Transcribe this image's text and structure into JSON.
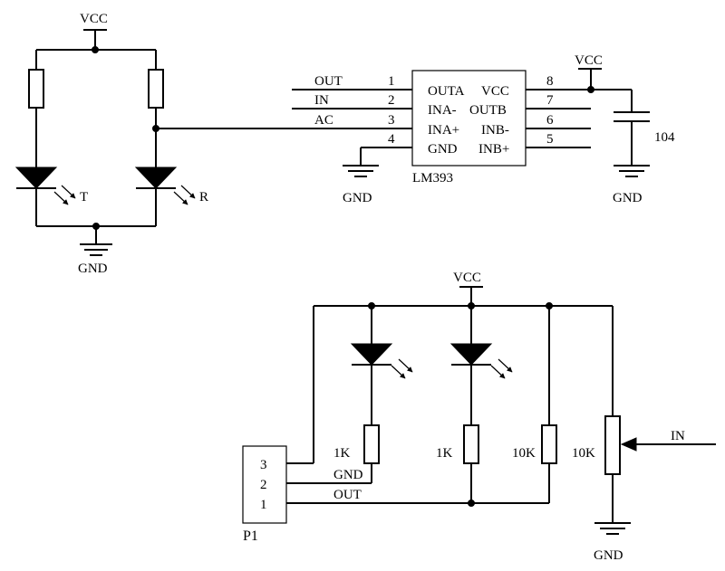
{
  "top_left": {
    "vcc": "VCC",
    "gnd": "GND",
    "emitter_label": "T",
    "receiver_label": "R"
  },
  "comparator": {
    "part": "LM393",
    "left_pins": [
      {
        "num": "1",
        "name": "OUTA",
        "net": "OUT"
      },
      {
        "num": "2",
        "name": "INA-",
        "net": "IN"
      },
      {
        "num": "3",
        "name": "INA+",
        "net": "AC"
      },
      {
        "num": "4",
        "name": "GND",
        "net": ""
      }
    ],
    "right_pins": [
      {
        "num": "8",
        "name": "VCC"
      },
      {
        "num": "7",
        "name": "OUTB"
      },
      {
        "num": "6",
        "name": "INB-"
      },
      {
        "num": "5",
        "name": "INB+"
      }
    ],
    "gnd": "GND",
    "vcc": "VCC",
    "cap_value": "104",
    "cap_gnd": "GND"
  },
  "bottom": {
    "vcc": "VCC",
    "r1": "1K",
    "r2": "1K",
    "r3": "10K",
    "pot": "10K",
    "in_label": "IN",
    "gnd": "GND",
    "connector": "P1",
    "connector_pins": [
      "3",
      "2",
      "1"
    ],
    "net_gnd": "GND",
    "net_out": "OUT"
  }
}
